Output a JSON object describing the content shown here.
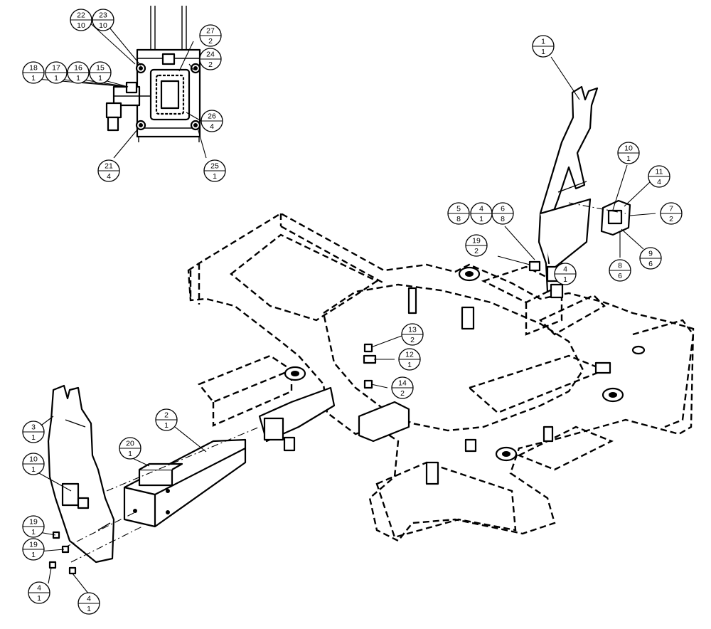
{
  "callouts": [
    {
      "top": "22",
      "bottom": "10"
    },
    {
      "top": "23",
      "bottom": "10"
    },
    {
      "top": "27",
      "bottom": "2"
    },
    {
      "top": "24",
      "bottom": "2"
    },
    {
      "top": "18",
      "bottom": "1"
    },
    {
      "top": "17",
      "bottom": "1"
    },
    {
      "top": "16",
      "bottom": "1"
    },
    {
      "top": "15",
      "bottom": "1"
    },
    {
      "top": "26",
      "bottom": "4"
    },
    {
      "top": "21",
      "bottom": "4"
    },
    {
      "top": "25",
      "bottom": "1"
    },
    {
      "top": "1",
      "bottom": "1"
    },
    {
      "top": "10",
      "bottom": "1"
    },
    {
      "top": "11",
      "bottom": "4"
    },
    {
      "top": "7",
      "bottom": "2"
    },
    {
      "top": "5",
      "bottom": "8"
    },
    {
      "top": "4",
      "bottom": "1"
    },
    {
      "top": "6",
      "bottom": "8"
    },
    {
      "top": "19",
      "bottom": "2"
    },
    {
      "top": "9",
      "bottom": "6"
    },
    {
      "top": "8",
      "bottom": "6"
    },
    {
      "top": "4",
      "bottom": "1"
    },
    {
      "top": "13",
      "bottom": "2"
    },
    {
      "top": "12",
      "bottom": "1"
    },
    {
      "top": "14",
      "bottom": "2"
    },
    {
      "top": "3",
      "bottom": "1"
    },
    {
      "top": "2",
      "bottom": "1"
    },
    {
      "top": "20",
      "bottom": "1"
    },
    {
      "top": "10",
      "bottom": "1"
    },
    {
      "top": "19",
      "bottom": "1"
    },
    {
      "top": "19",
      "bottom": "1"
    },
    {
      "top": "4",
      "bottom": "1"
    },
    {
      "top": "4",
      "bottom": "1"
    }
  ]
}
